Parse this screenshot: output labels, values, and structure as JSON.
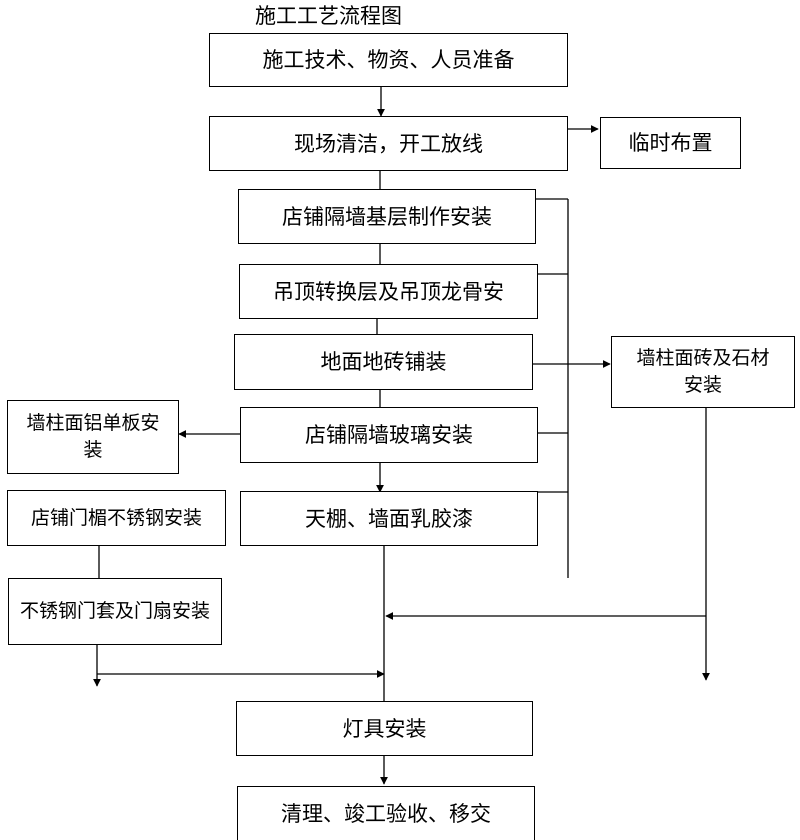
{
  "title": "施工工艺流程图",
  "steps": {
    "prep": "施工技术、物资、人员准备",
    "site_clean": "现场清洁，开工放线",
    "temp_layout": "临时布置",
    "partition_base": "店铺隔墙基层制作安装",
    "ceiling_frame": "吊顶转换层及吊顶龙骨安",
    "floor_tile": "地面地砖铺装",
    "wall_tile_stone": "墙柱面砖及石材安装",
    "alu_panel": "墙柱面铝单板安装",
    "partition_glass": "店铺隔墙玻璃安装",
    "lintel_steel": "店铺门楣不锈钢安装",
    "latex_paint": "天棚、墙面乳胶漆",
    "door_frame": "不锈钢门套及门扇安装",
    "lighting": "灯具安装",
    "completion": "清理、竣工验收、移交"
  },
  "colors": {
    "line": "#000000",
    "fill": "#ffffff"
  }
}
